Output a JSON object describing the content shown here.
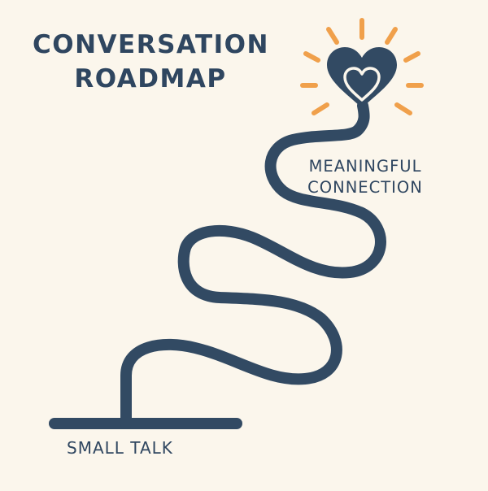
{
  "title": {
    "line1": "CONVERSATION",
    "line2": "ROADMAP"
  },
  "labels": {
    "start": "SMALL TALK",
    "end_line1": "MEANINGFUL",
    "end_line2": "CONNECTION"
  },
  "icons": {
    "destination": "heart-icon",
    "inner": "heart-outline-icon",
    "glow": "sun-rays-icon"
  },
  "colors": {
    "background": "#FBF6EC",
    "path": "#324A63",
    "text": "#2F4660",
    "rays": "#F0A04B",
    "inner_heart_stroke": "#FBF6EC"
  }
}
